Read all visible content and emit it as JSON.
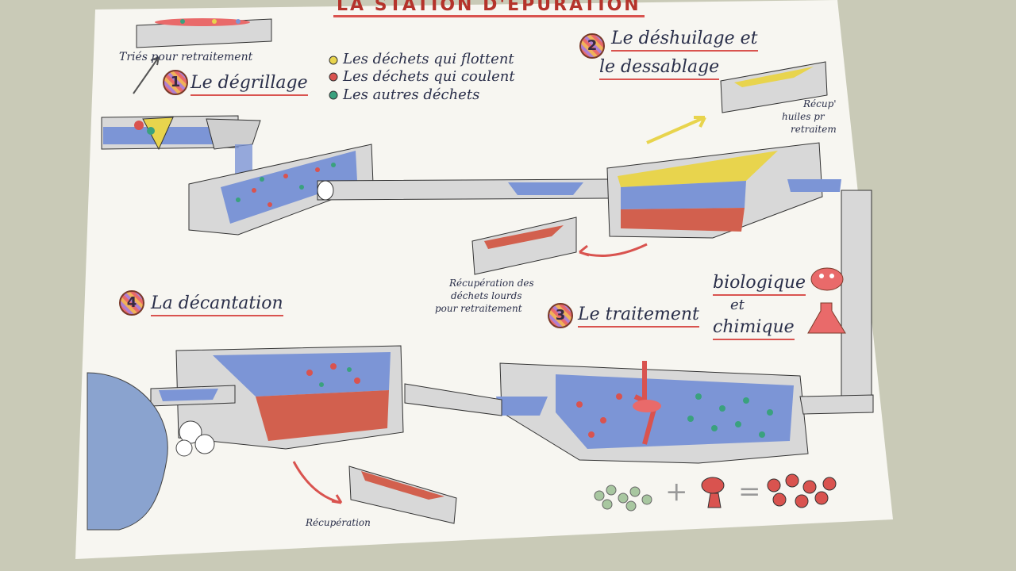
{
  "title": "LA STATION D'ÉPURATION",
  "legend": {
    "floating": "Les déchets qui flottent",
    "sinking": "Les déchets qui coulent",
    "other": "Les autres déchets",
    "colors": {
      "floating": "#e8d44d",
      "sinking": "#d9534f",
      "other": "#3aa17e"
    }
  },
  "steps": {
    "step1": {
      "number": "1",
      "label": "Le dégrillage",
      "note": "Triés pour retraitement"
    },
    "step2": {
      "number": "2",
      "label_line1": "Le déshuilage et",
      "label_line2": "le dessablage",
      "note_line1": "Récup'",
      "note_line2": "huiles pr",
      "note_line3": "retraitem"
    },
    "step3": {
      "number": "3",
      "label": "Le traitement",
      "option1": "biologique",
      "and": "et",
      "option2": "chimique"
    },
    "step4": {
      "number": "4",
      "label": "La décantation",
      "note": "Récupération"
    }
  },
  "recovery": {
    "line1": "Récupération des",
    "line2": "déchets lourds",
    "line3": "pour retraitement"
  },
  "equation": {
    "plus": "+",
    "equals": "="
  },
  "palette": {
    "water": "#7c95d6",
    "oil": "#e8d44d",
    "sludge": "#d2604e",
    "tank": "#d8d8d8",
    "paper": "#f7f6f1"
  },
  "icons": [
    "bacteria-icon",
    "flask-icon"
  ]
}
